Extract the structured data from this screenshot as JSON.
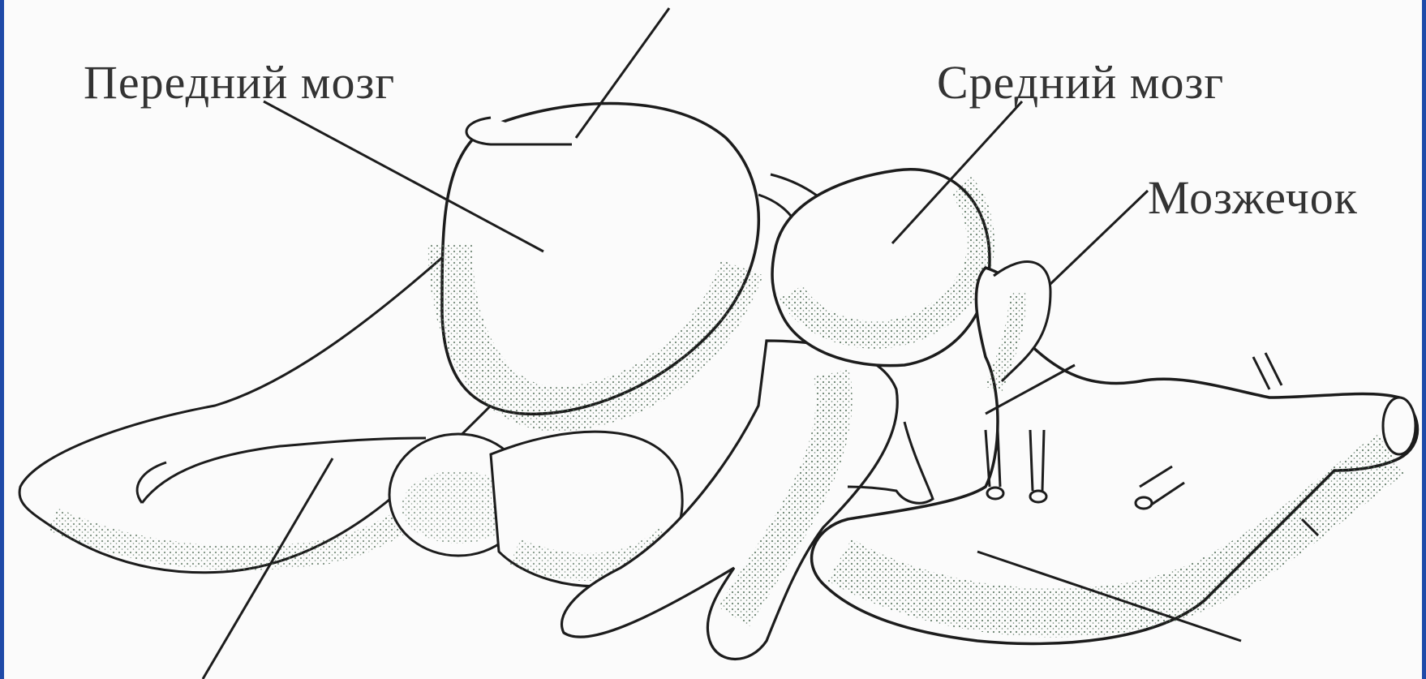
{
  "labels": {
    "forebrain": "Передний мозг",
    "midbrain": "Средний мозг",
    "cerebellum": "Мозжечок"
  },
  "colors": {
    "border": "#1f4aa8",
    "outline": "#1c1c1c",
    "stipple": "#4f6b55",
    "text": "#333333"
  }
}
